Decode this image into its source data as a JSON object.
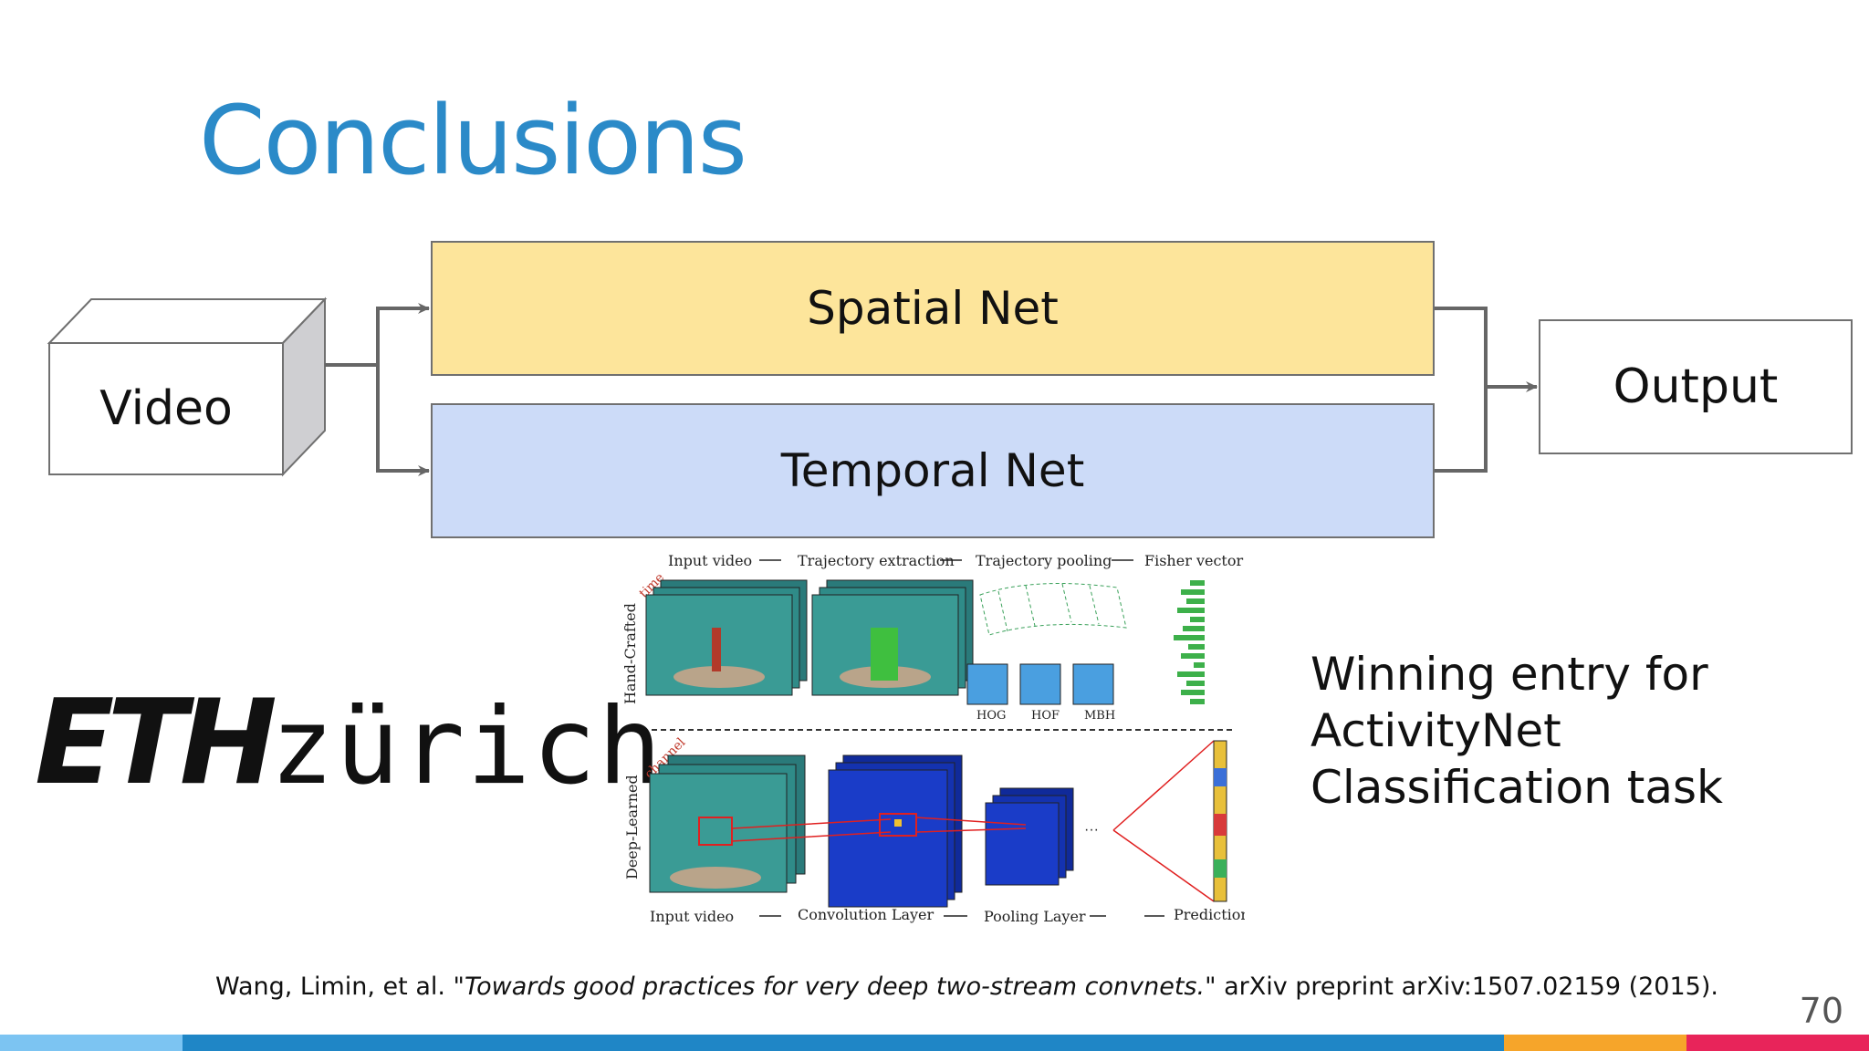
{
  "slide": {
    "title": "Conclusions",
    "page_number": "70"
  },
  "diagram": {
    "input_label": "Video",
    "spatial_label": "Spatial Net",
    "temporal_label": "Temporal Net",
    "output_label": "Output"
  },
  "logo": {
    "bold": "ETH",
    "light": "zürich"
  },
  "figure": {
    "top_labels": [
      "Input video",
      "Trajectory extraction",
      "Trajectory pooling",
      "Fisher vector"
    ],
    "feature_labels": [
      "HOG",
      "HOF",
      "MBH"
    ],
    "row_labels": [
      "Hand-Crafted",
      "Deep-Learned"
    ],
    "axis_labels": [
      "time",
      "channel"
    ],
    "bottom_labels": [
      "Input video",
      "Convolution Layer",
      "Pooling Layer",
      "Prediction"
    ]
  },
  "note": {
    "lines": [
      "Winning entry for",
      "ActivityNet",
      "Classification task"
    ]
  },
  "citation": {
    "prefix": "Wang, Limin, et al. \"",
    "title": "Towards good practices for very deep two-stream convnets.",
    "suffix": "\" arXiv preprint arXiv:1507.02159 (2015)."
  },
  "colors": {
    "title": "#2b8ac8",
    "spatial": "#fde59b",
    "temporal": "#ccdbf8",
    "bar": [
      "#7cc4f2",
      "#1f86c6",
      "#f6a52a",
      "#e8245a"
    ]
  }
}
